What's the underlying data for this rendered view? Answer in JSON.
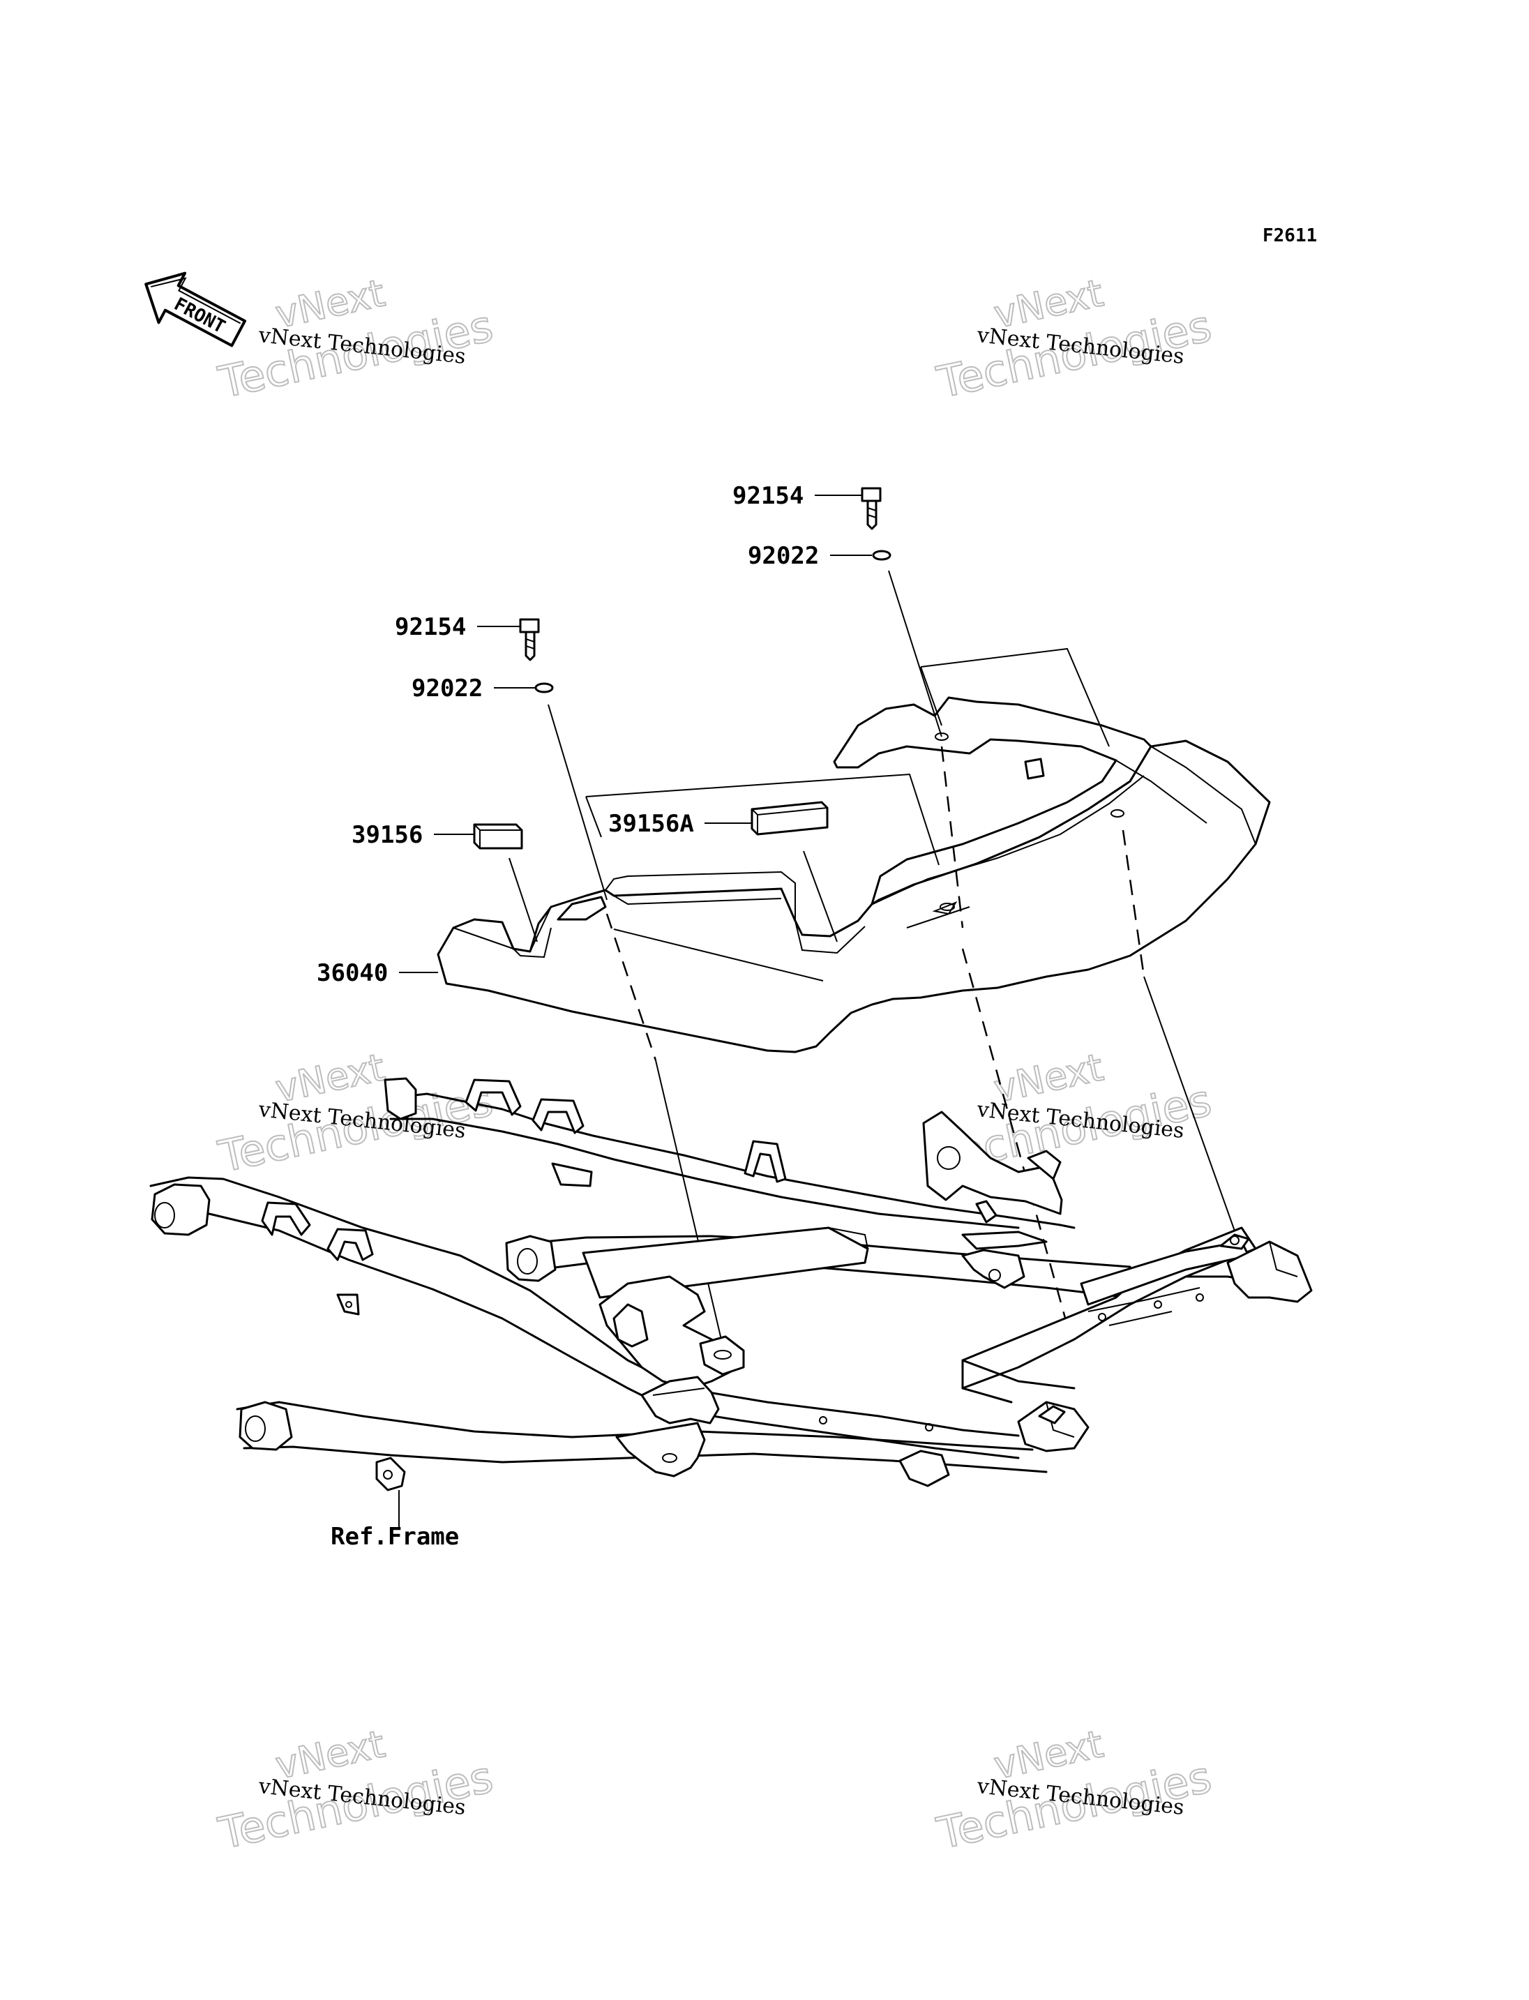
{
  "figure_code": "F2611",
  "front_arrow": {
    "label": "FRONT",
    "icon": "front-direction-arrow-icon"
  },
  "watermark": {
    "line1": "vNext Technologies",
    "line2": "vNext",
    "line3": "Technologies"
  },
  "callouts": {
    "bolt_right": "92154",
    "washer_right": "92022",
    "bolt_left": "92154",
    "washer_left": "92022",
    "pad_left": "39156",
    "pad_right": "39156A",
    "cover": "36040",
    "frame": "Ref.Frame"
  }
}
